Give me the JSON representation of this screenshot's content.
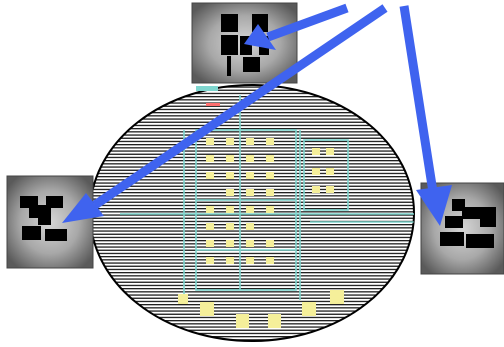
{
  "diagram": {
    "colors": {
      "background": "#ffffff",
      "ellipse_outline": "#000000",
      "hatch": "#111111",
      "chip_trace": "#7fd6cf",
      "chip_pad": "#f5ef9a",
      "arrow": "#3f63ef",
      "tile_outer": "#5c5c5c",
      "tile_inner": "#d4d4d4",
      "tile_glyph": "#000000"
    },
    "tiles": [
      {
        "id": "top",
        "icon": "black-block-pattern-top"
      },
      {
        "id": "left",
        "icon": "black-block-pattern-left"
      },
      {
        "id": "right",
        "icon": "black-block-pattern-right"
      }
    ],
    "arrows": [
      {
        "from": "upper-right",
        "to": "top"
      },
      {
        "from": "upper-right",
        "to": "left"
      },
      {
        "from": "upper-right",
        "to": "right"
      }
    ]
  }
}
